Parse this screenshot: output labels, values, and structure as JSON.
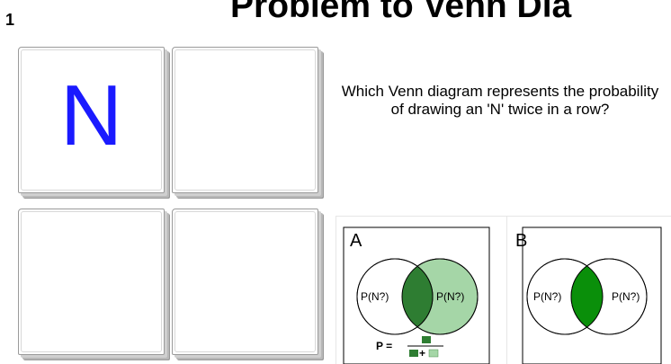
{
  "slide_number": "1",
  "title": "Problem to Venn Dia",
  "tiles": [
    "N",
    "",
    "",
    ""
  ],
  "question": "Which Venn diagram represents the probability of drawing an 'N' twice in a row?",
  "options": [
    {
      "letter": "A",
      "left_label": "P(N?)",
      "right_label": "P(N?)",
      "formula_prefix": "P =",
      "formula_plus": "+"
    },
    {
      "letter": "B",
      "left_label": "P(N?)",
      "right_label": "P(N?)"
    }
  ],
  "colors": {
    "dark_green": "#2e7d32",
    "light_green": "#a5d6a7",
    "bright_green": "#0a8f0a",
    "tile_letter": "#1a1aff"
  }
}
